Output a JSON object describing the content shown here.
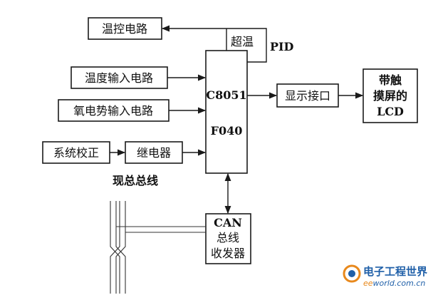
{
  "blocks": {
    "temp_control": "温控电路",
    "temp_input": "温度输入电路",
    "oxygen_input": "氧电势输入电路",
    "system_calib": "系统校正",
    "relay": "继电器",
    "mcu_line1": "C8051",
    "mcu_line2": "F040",
    "display_interface": "显示接口",
    "lcd_line1": "带触",
    "lcd_line2": "摸屏的",
    "lcd_line3": "LCD",
    "can_line1": "CAN",
    "can_line2": "总线",
    "can_line3": "收发器"
  },
  "labels": {
    "overtemp": "超温",
    "pid": "PID",
    "fieldbus": "现总总线"
  },
  "watermark": {
    "brand_cn": "电子工程世界",
    "brand_en_e": "ee",
    "brand_en_rest": "world.com.cn"
  },
  "colors": {
    "line": "#1a1a1a",
    "watermark_orange": "#e8891d",
    "watermark_blue": "#1f5fa8"
  }
}
